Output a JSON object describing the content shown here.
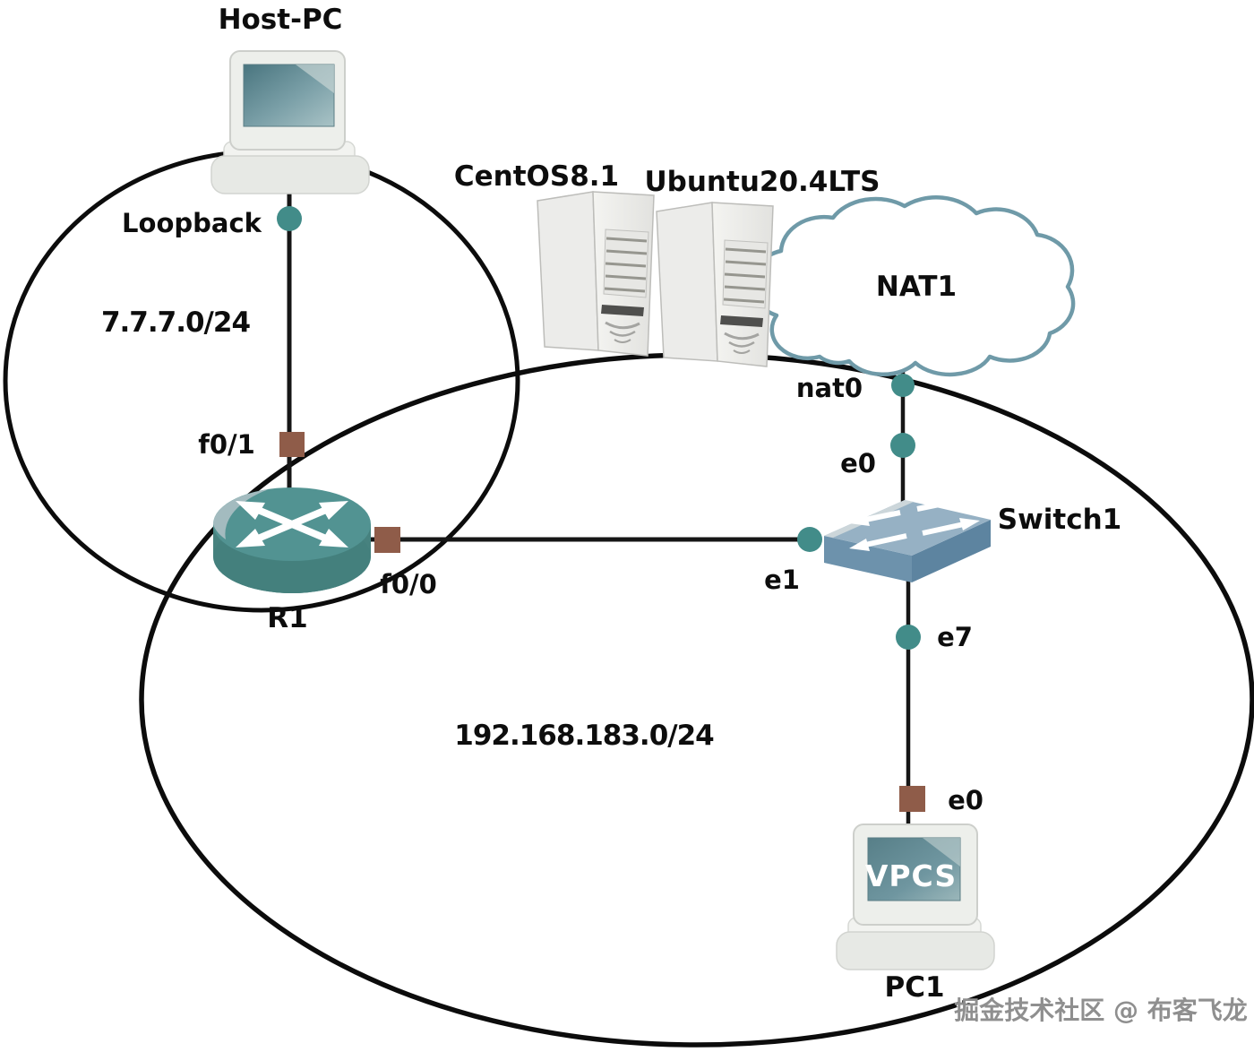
{
  "diagram": {
    "watermark": "掘金技术社区 @ 布客飞龙",
    "networks": {
      "net_777": {
        "label": "7.7.7.0/24"
      },
      "net_192": {
        "label": "192.168.183.0/24"
      }
    },
    "nodes": {
      "host_pc": {
        "label": "Host-PC",
        "type": "computer"
      },
      "centos": {
        "label": "CentOS8.1",
        "type": "server"
      },
      "ubuntu": {
        "label": "Ubuntu20.4LTS",
        "type": "server"
      },
      "nat1": {
        "label": "NAT1",
        "type": "cloud"
      },
      "r1": {
        "label": "R1",
        "type": "router"
      },
      "switch1": {
        "label": "Switch1",
        "type": "ethernet-switch"
      },
      "pc1": {
        "label": "PC1",
        "type": "vpcs",
        "screen_text": "VPCS"
      }
    },
    "interfaces": {
      "loopback": {
        "label": "Loopback",
        "connector": "dot"
      },
      "f0_1": {
        "label": "f0/1",
        "connector": "square"
      },
      "f0_0": {
        "label": "f0/0",
        "connector": "square"
      },
      "nat0": {
        "label": "nat0",
        "connector": "dot"
      },
      "e0_switch": {
        "label": "e0",
        "connector": "dot"
      },
      "e1": {
        "label": "e1",
        "connector": "dot"
      },
      "e7": {
        "label": "e7",
        "connector": "dot"
      },
      "e0_pc1": {
        "label": "e0",
        "connector": "square"
      }
    },
    "colors": {
      "connector_dot": "#428c89",
      "connector_square": "#8f5c49",
      "router_body": "#4e8f8d",
      "switch_top": "#96b1c4",
      "switch_front": "#6d92ac",
      "cloud_outline": "#6f9aa8",
      "screen_teal": "#6f96a0",
      "link": "#161616",
      "ellipse_stroke": "#0c0c0c",
      "label_text": "#0d0d0d",
      "watermark_text": "#8f8f8f"
    }
  }
}
